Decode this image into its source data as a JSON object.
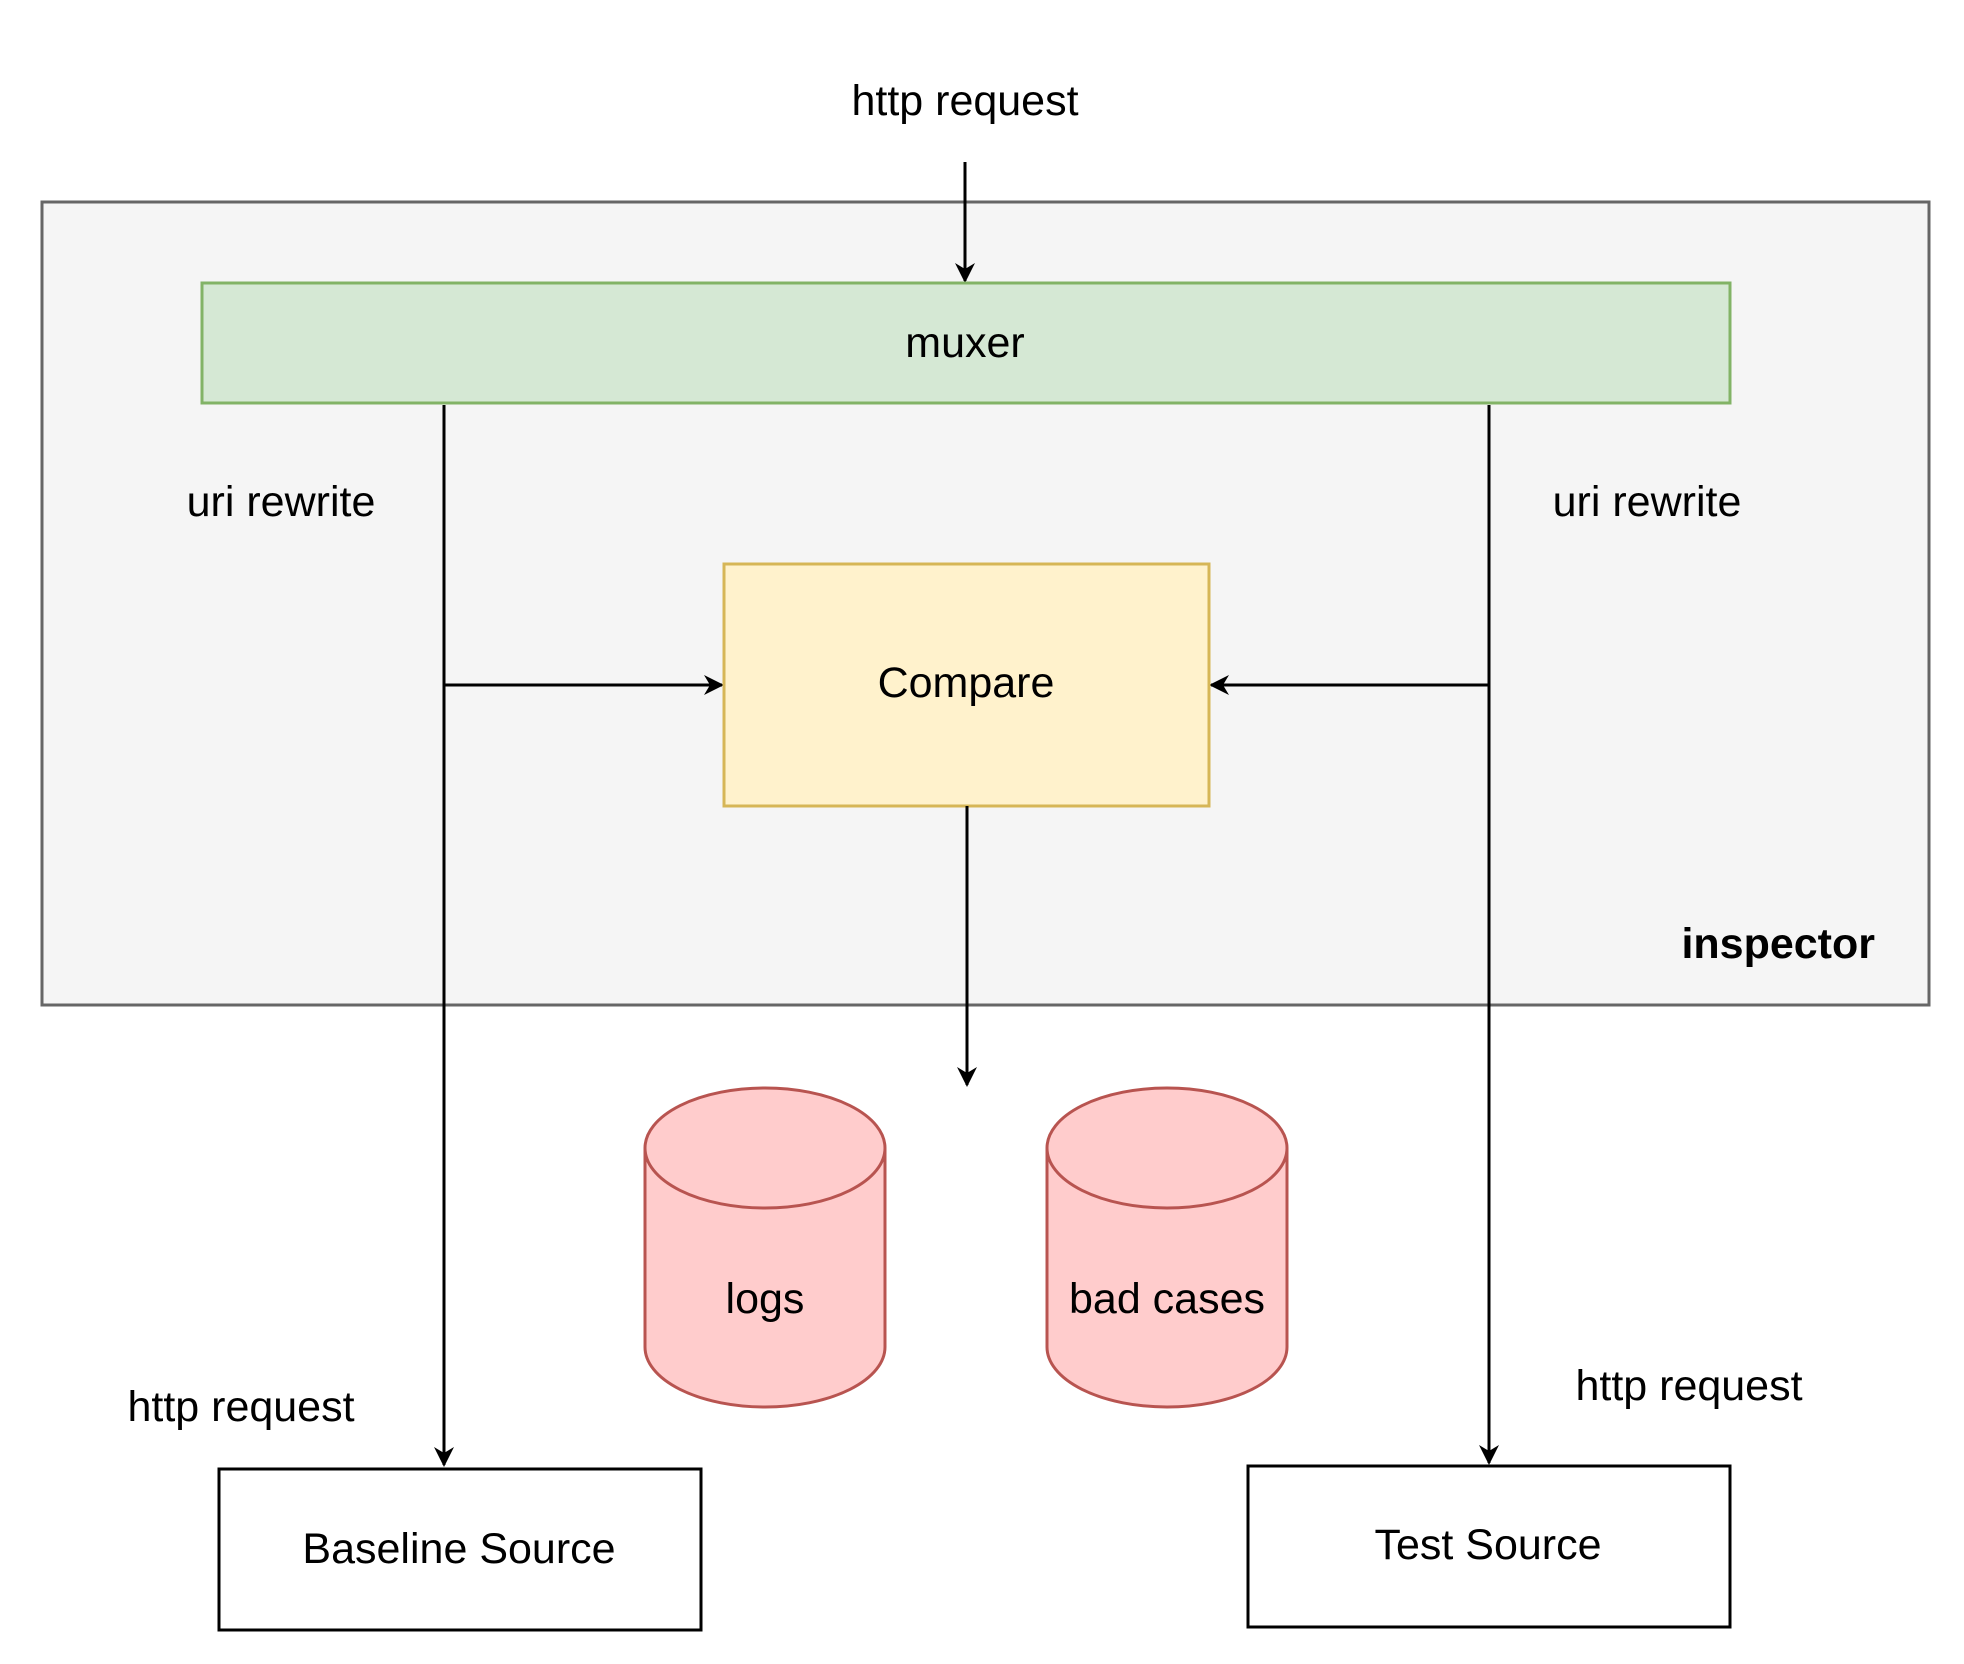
{
  "labels": {
    "top_request": "http request",
    "left_rewrite": "uri rewrite",
    "right_rewrite": "uri rewrite",
    "left_request": "http request",
    "right_request": "http request",
    "container": "inspector"
  },
  "nodes": {
    "muxer": "muxer",
    "compare": "Compare",
    "logs": "logs",
    "bad_cases": "bad cases",
    "baseline": "Baseline Source",
    "test": "Test Source"
  },
  "colors": {
    "container_fill": "#f5f5f5",
    "container_stroke": "#666666",
    "muxer_fill": "#d5e8d4",
    "muxer_stroke": "#82b366",
    "compare_fill": "#fff2cc",
    "compare_stroke": "#d6b656",
    "db_fill": "#ffcccc",
    "db_stroke": "#b85450"
  }
}
